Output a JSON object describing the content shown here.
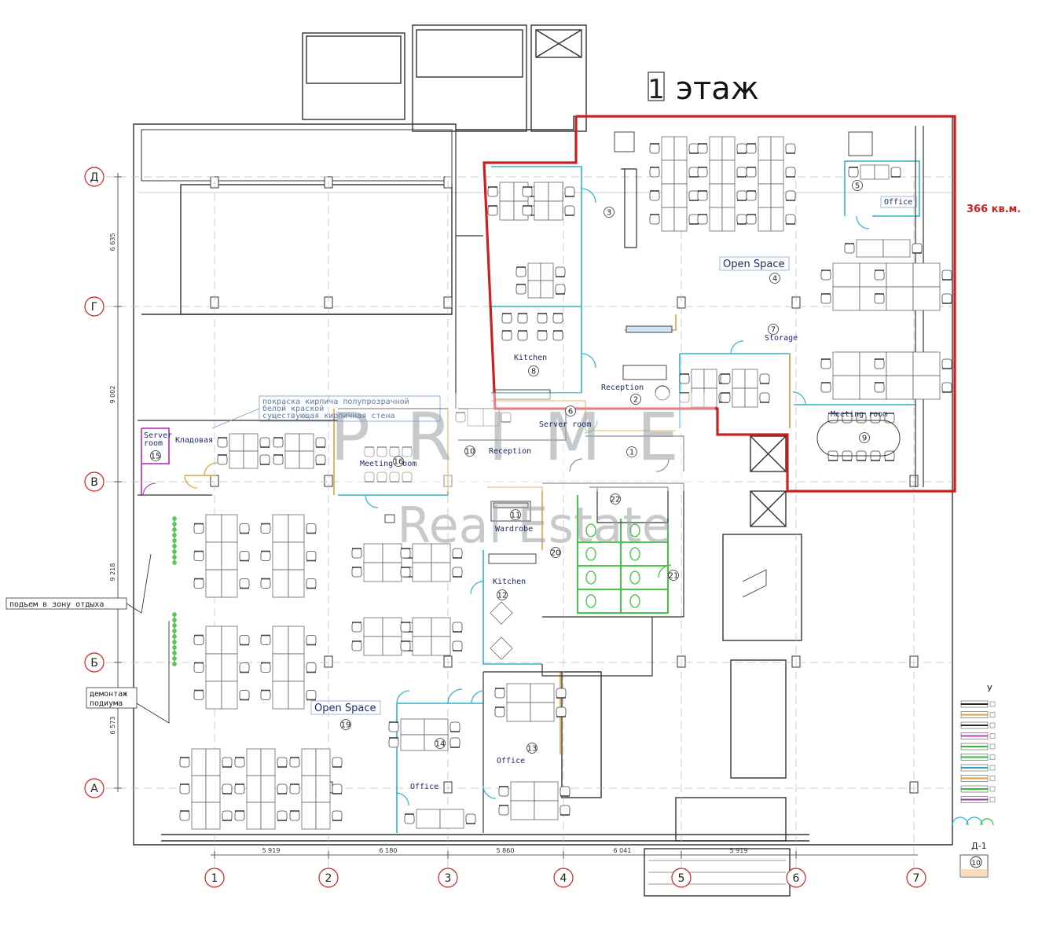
{
  "floor_label": {
    "digit": "1",
    "word": "этаж"
  },
  "area_label": "366 кв.м.",
  "accent_red": "#cc1f1f",
  "rooms": [
    {
      "id": "office-5",
      "label": "Office",
      "num": "5"
    },
    {
      "id": "open-space-4",
      "label": "Open Space",
      "num": "4"
    },
    {
      "id": "room-3",
      "label": "",
      "num": "3"
    },
    {
      "id": "storage-7",
      "label": "Storage",
      "num": "7"
    },
    {
      "id": "kitchen-8",
      "label": "Kitchen",
      "num": "8"
    },
    {
      "id": "reception-2",
      "label": "Reception",
      "num": "2"
    },
    {
      "id": "server-room-6",
      "label": "Server room",
      "num": "6"
    },
    {
      "id": "meeting-room-9",
      "label": "Meeting room",
      "num": "9"
    },
    {
      "id": "reception-10",
      "label": "Reception",
      "num": "10"
    },
    {
      "id": "meeting-room-16",
      "label": "Meeting room",
      "num": "16"
    },
    {
      "id": "server-room-15",
      "label": "Server room",
      "num": "15"
    },
    {
      "id": "kladovaya",
      "label": "Кладовая",
      "num": ""
    },
    {
      "id": "wardrobe-11",
      "label": "Wardrobe",
      "num": "11"
    },
    {
      "id": "kitchen-12",
      "label": "Kitchen",
      "num": "12"
    },
    {
      "id": "room-20",
      "label": "",
      "num": "20"
    },
    {
      "id": "room-21",
      "label": "",
      "num": "21"
    },
    {
      "id": "room-22",
      "label": "",
      "num": "22"
    },
    {
      "id": "room-1",
      "label": "",
      "num": "1"
    },
    {
      "id": "office-13",
      "label": "Office",
      "num": "13"
    },
    {
      "id": "office-14",
      "label": "Office",
      "num": "14"
    },
    {
      "id": "open-space-19",
      "label": "Open Space",
      "num": "19"
    }
  ],
  "grid_rows": [
    "Д",
    "Г",
    "В",
    "Б",
    "А"
  ],
  "grid_cols": [
    "1",
    "2",
    "3",
    "4",
    "5",
    "6",
    "7"
  ],
  "dims_bottom": [
    "5 919",
    "6 180",
    "5 860",
    "6 041",
    "5 919"
  ],
  "dims_left": [
    "6 635",
    "9 002",
    "9 218",
    "6 573"
  ],
  "notes": {
    "paint_line1": "покраска кирпича полупрозрачной",
    "paint_line2": "белой краской",
    "paint_line3": "существующая кирпичная стена",
    "rise": "подъем в зону отдыха",
    "demount_line1": "демонтаж",
    "demount_line2": "подиума"
  },
  "legend": {
    "title": "У",
    "code": "Д-1",
    "num": "10",
    "swatch_colors": [
      "#222222",
      "#e0a040",
      "#222222",
      "#c040c0",
      "#30c030",
      "#30c030",
      "#30a0c0",
      "#e0a040",
      "#30c030",
      "#9040a0"
    ]
  },
  "watermark": {
    "line1": "PRIME",
    "line2": "Real Estate"
  }
}
